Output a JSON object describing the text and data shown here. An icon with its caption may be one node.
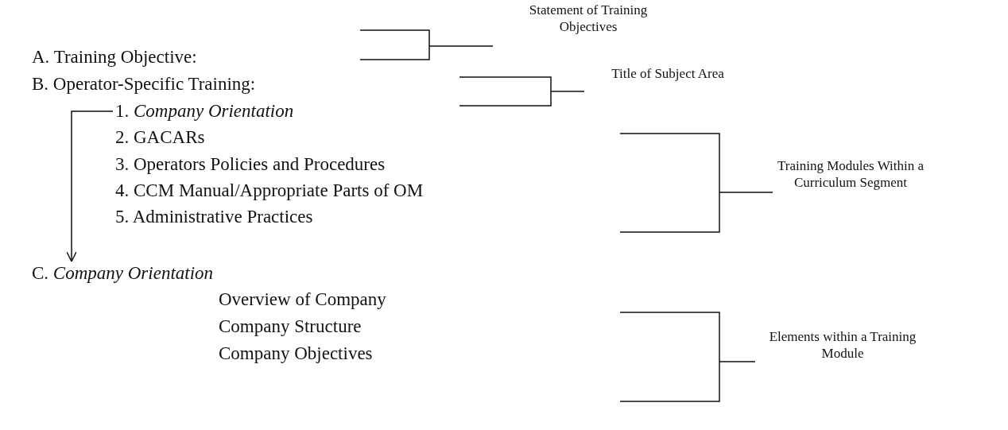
{
  "diagram": {
    "nodes": [
      {
        "text": [
          "1. *Company Orientation*"
        ]
      },
      {
        "text": [
          "C. *Company Orientation*"
        ]
      }
    ],
    "edges": [
      {
        "from": 0,
        "to": 1,
        "arrow": "to"
      }
    ],
    "labels": [
      "Statement of Training Objectives",
      "A. Training Objective:",
      "B. Operator-Specific Training:",
      "Title of Subject Area",
      "2. GACARs",
      "3. Operators Policies and Procedures",
      "4. CCM Manual/Appropriate Parts of OM",
      "5. Administrative Practices",
      "Training Modules Within a Curriculum Segment",
      "Overview of Company",
      "Company Structure",
      "Company Objectives",
      "Elements within a Training Module"
    ]
  }
}
